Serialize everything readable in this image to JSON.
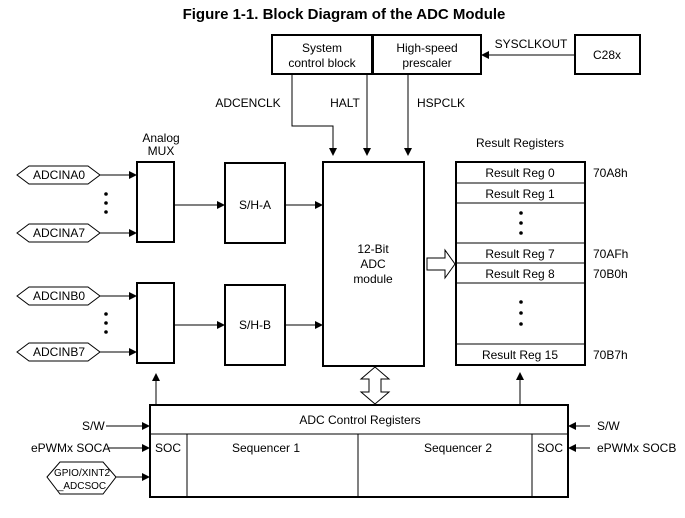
{
  "title": "Figure 1-1.  Block Diagram of the ADC Module",
  "top": {
    "system_control_1": "System",
    "system_control_2": "control block",
    "prescaler_1": "High-speed",
    "prescaler_2": "prescaler",
    "sysclkout": "SYSCLKOUT",
    "c28x": "C28x",
    "adcenclk": "ADCENCLK",
    "halt": "HALT",
    "hspclk": "HSPCLK"
  },
  "mux": {
    "label_1": "Analog",
    "label_2": "MUX",
    "inputs": {
      "a0": "ADCINA0",
      "a7": "ADCINA7",
      "b0": "ADCINB0",
      "b7": "ADCINB7"
    },
    "sha": "S/H-A",
    "shb": "S/H-B"
  },
  "adc": {
    "line1": "12-Bit",
    "line2": "ADC",
    "line3": "module"
  },
  "results": {
    "title": "Result Registers",
    "reg0": "Result Reg 0",
    "reg1": "Result Reg 1",
    "reg7": "Result Reg 7",
    "reg8": "Result Reg 8",
    "reg15": "Result Reg 15",
    "addr0": "70A8h",
    "addr7": "70AFh",
    "addr8": "70B0h",
    "addr15": "70B7h"
  },
  "control": {
    "title": "ADC Control Registers",
    "soc_left": "SOC",
    "seq1": "Sequencer 1",
    "seq2": "Sequencer 2",
    "soc_right": "SOC",
    "sw_left": "S/W",
    "sw_right": "S/W",
    "epwm_a": "ePWMx SOCA",
    "epwm_b": "ePWMx SOCB",
    "gpio_1": "GPIO/XINT2",
    "gpio_2": "_ADCSOC"
  }
}
